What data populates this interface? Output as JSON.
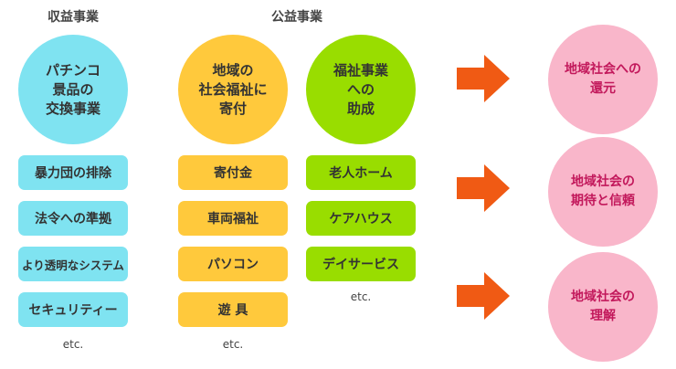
{
  "headings": {
    "revenue": "収益事業",
    "public_interest": "公益事業"
  },
  "circles": {
    "pachinko": [
      "パチンコ",
      "景品の",
      "交換事業"
    ],
    "donation": [
      "地域の",
      "社会福祉に",
      "寄付"
    ],
    "welfare": [
      "福祉事業",
      "への",
      "助成"
    ]
  },
  "revenue_items": [
    "暴力団の排除",
    "法令への準拠",
    "より透明なシステム",
    "セキュリティー"
  ],
  "donation_items": [
    "寄付金",
    "車両福祉",
    "パソコン",
    "遊 具"
  ],
  "welfare_items": [
    "老人ホーム",
    "ケアハウス",
    "デイサービス"
  ],
  "etc_label": "etc.",
  "results": [
    [
      "地域社会への",
      "還元"
    ],
    [
      "地域社会の",
      "期待と信頼"
    ],
    [
      "地域社会の",
      "理解"
    ]
  ],
  "colors": {
    "cyan": "#7fe3f1",
    "yellow": "#ffc93c",
    "green": "#99dd00",
    "pink": "#f9b6ca",
    "arrow": "#f05a14",
    "result_text": "#c2185b"
  }
}
